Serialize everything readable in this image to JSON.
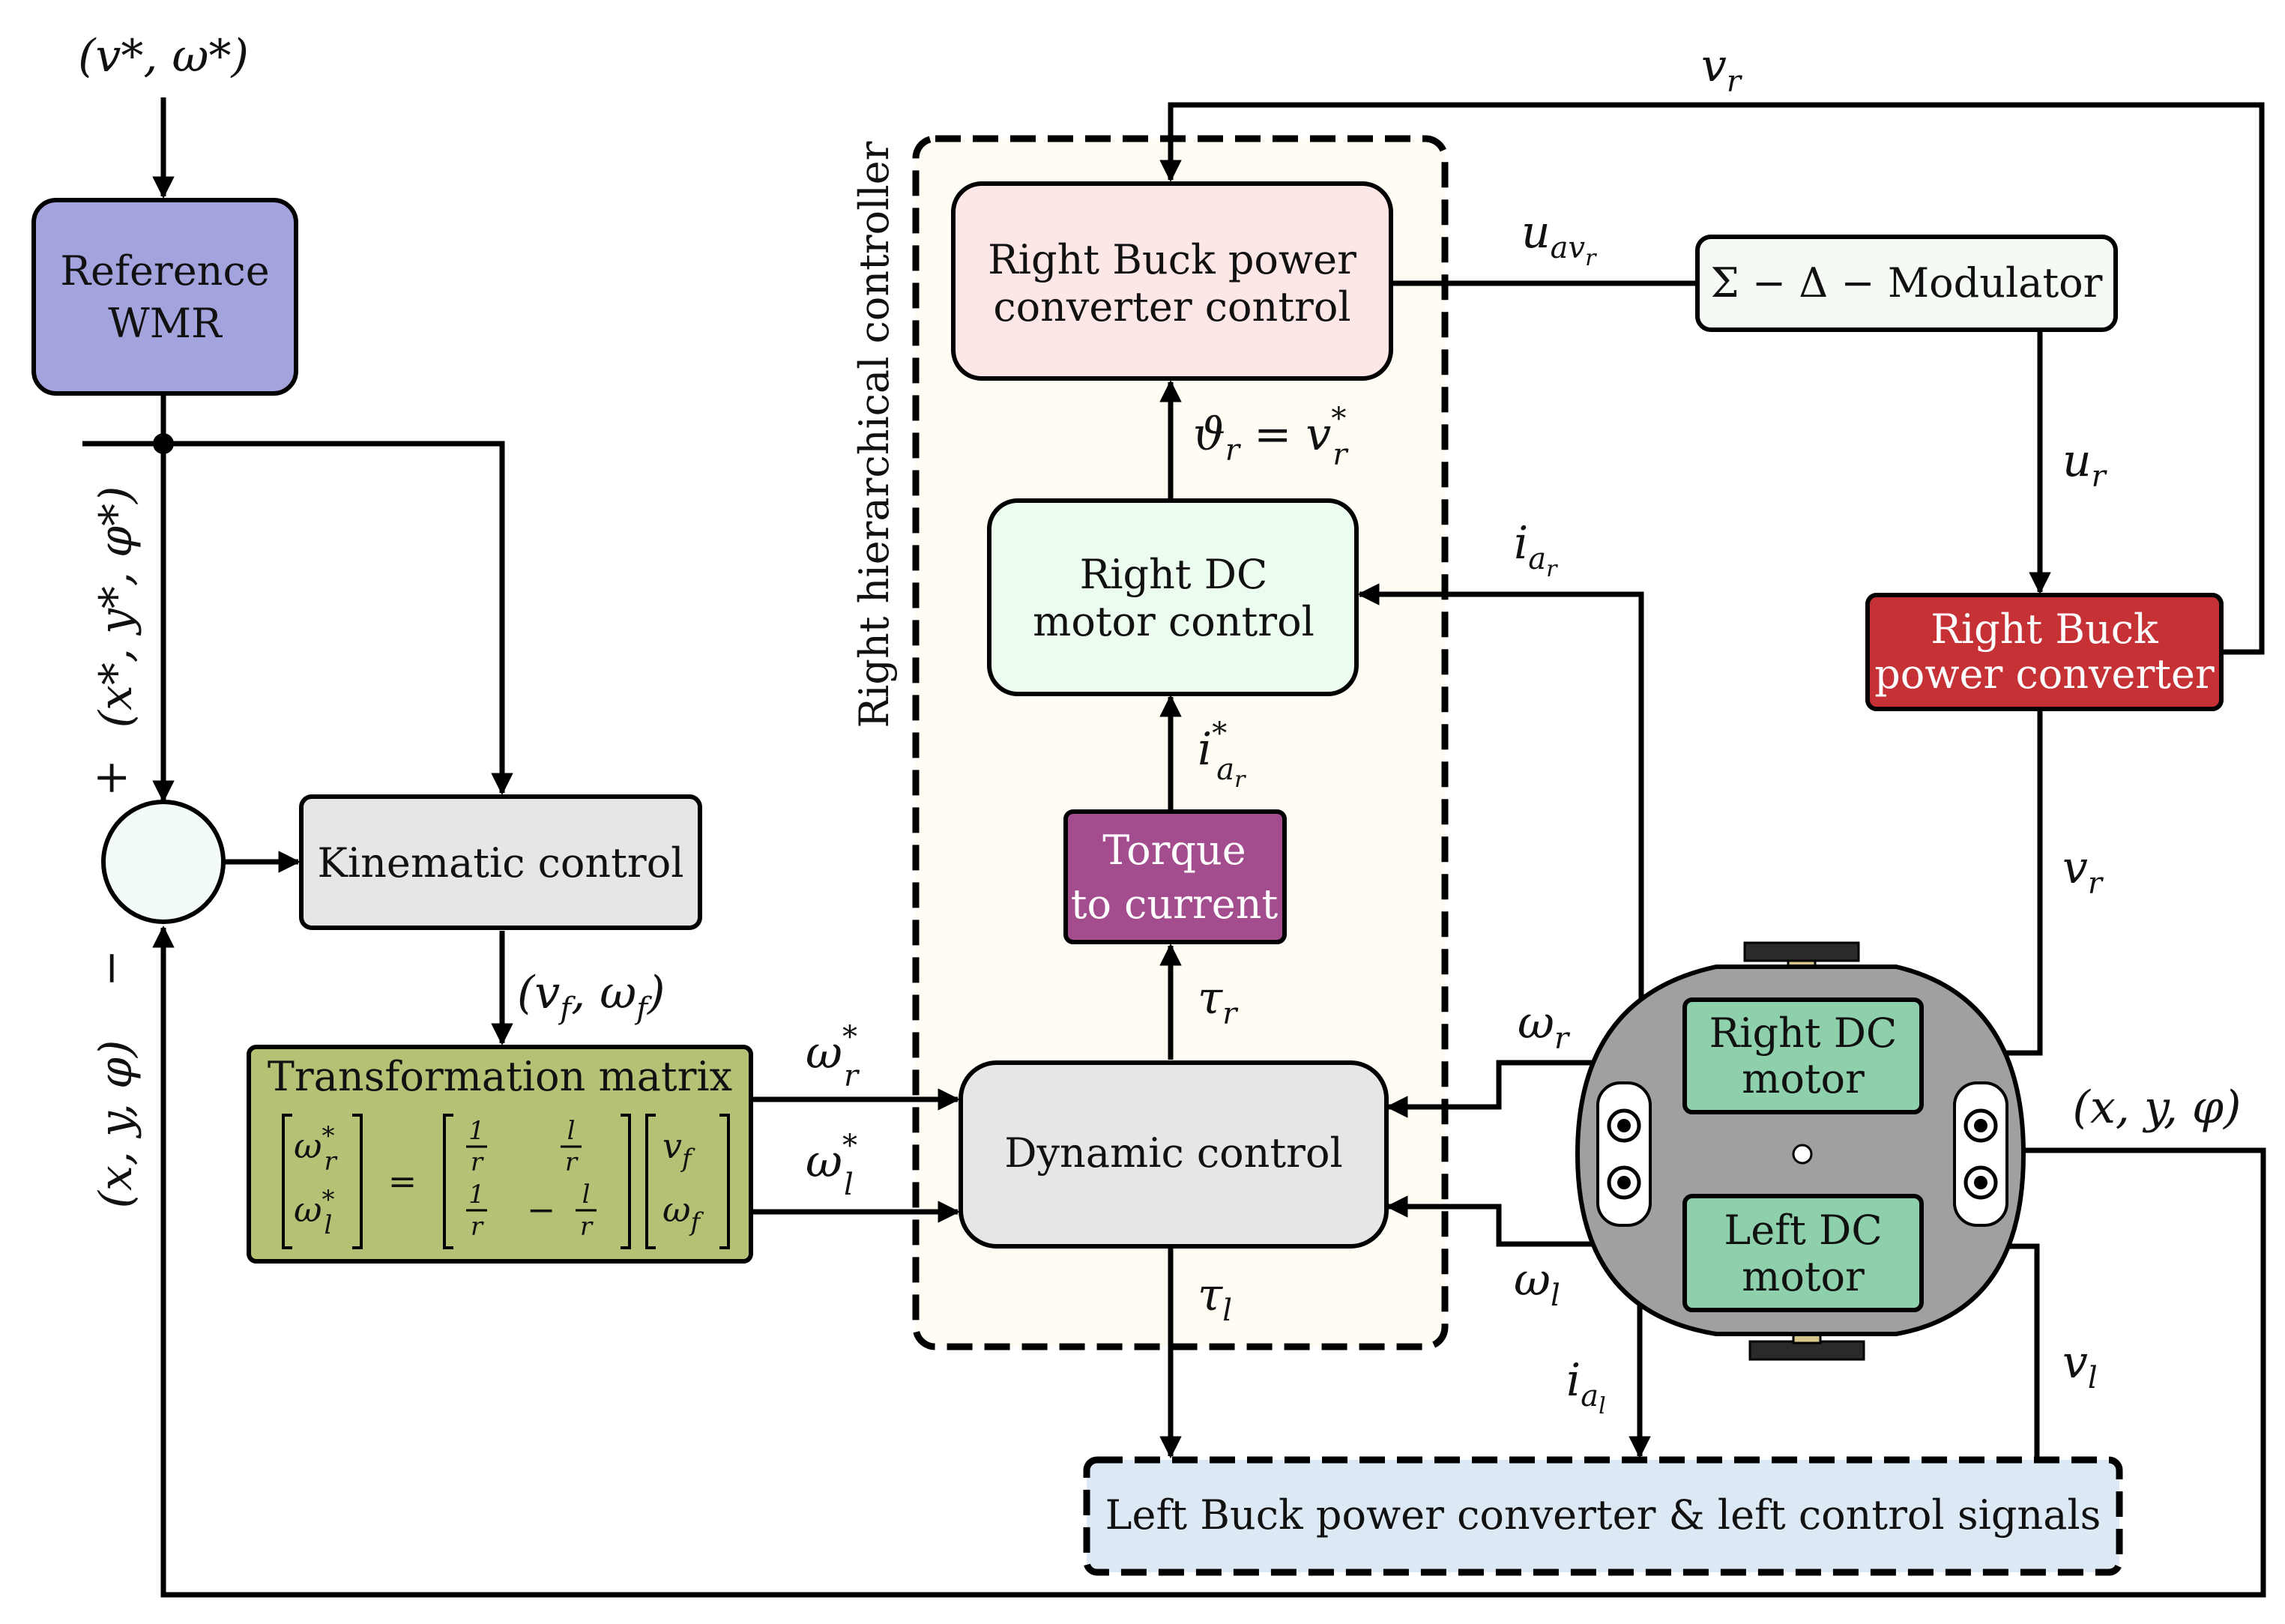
{
  "colors": {
    "reference": "#a3a4de",
    "kinematic": "#e6e6e6",
    "transformation": "#b4c275",
    "dynamic": "#e6e6e6",
    "torque": "#a34c8e",
    "motor_ctrl": "#ecfdef",
    "buck_ctrl": "#fde6e6",
    "hier_bg": "#fffdf3",
    "modulator": "#f6faf5",
    "buck": "#c53135",
    "dc_motor": "#8ed0ab",
    "left_buck": "#dde8f5",
    "robot_body": "#a0a0a0",
    "summer": "#f3fbf6"
  },
  "blocks": {
    "reference": {
      "line1": "Reference",
      "line2": "WMR"
    },
    "kinematic": {
      "label": "Kinematic control"
    },
    "transformation": {
      "title": "Transformation matrix"
    },
    "dynamic": {
      "label": "Dynamic control"
    },
    "torque": {
      "line1": "Torque",
      "line2": "to current"
    },
    "motor_ctrl": {
      "line1": "Right DC",
      "line2": "motor control"
    },
    "buck_ctrl": {
      "line1": "Right Buck power",
      "line2": "converter control"
    },
    "modulator": {
      "label": "Σ − Δ − Modulator"
    },
    "buck": {
      "line1": "Right Buck",
      "line2": "power converter"
    },
    "right_motor": {
      "line1": "Right DC",
      "line2": "motor"
    },
    "left_motor": {
      "line1": "Left DC",
      "line2": "motor"
    },
    "left_buck": {
      "label": "Left Buck power converter & left control signals"
    },
    "hier": {
      "label": "Right hierarchical controller"
    }
  },
  "matrix": {
    "lhs": [
      "ω",
      "ω"
    ],
    "lhs_sup": "*",
    "lhs_sub": [
      "r",
      "l"
    ],
    "eq": "=",
    "m11_num": "1",
    "m11_den": "r",
    "m12_num": "l",
    "m12_den": "r",
    "m21_num": "1",
    "m21_den": "r",
    "m22_sign": "−",
    "m22_num": "l",
    "m22_den": "r",
    "rhs": [
      "v",
      "ω"
    ],
    "rhs_sub": [
      "f",
      "f"
    ]
  },
  "signals": {
    "ref_input": "(v*, ω*)",
    "ref_pose": "(x*, y*, φ*)",
    "plus": "+",
    "minus": "−",
    "pose_fb": "(x, y, φ)",
    "v_f_w_f": {
      "a": "(v",
      "as": "f",
      "b": ", ω",
      "bs": "f",
      "c": ")"
    },
    "w_r_star": {
      "base": "ω",
      "sup": "*",
      "sub": "r"
    },
    "w_l_star": {
      "base": "ω",
      "sup": "*",
      "sub": "l"
    },
    "tau_r": {
      "base": "τ",
      "sub": "r"
    },
    "tau_l": {
      "base": "τ",
      "sub": "l"
    },
    "i_ar_star": {
      "base": "i",
      "sup": "*",
      "sub": "a",
      "subsub": "r"
    },
    "theta_r": {
      "base": "ϑ",
      "sub": "r",
      "eq": " = v",
      "sup2": "*",
      "sub2": "r"
    },
    "i_ar": {
      "base": "i",
      "sub": "a",
      "subsub": "r"
    },
    "u_avr": {
      "base": "u",
      "sub": "av",
      "subsub": "r"
    },
    "u_r": {
      "base": "u",
      "sub": "r"
    },
    "v_r_top": {
      "base": "v",
      "sub": "r"
    },
    "v_r_mid": {
      "base": "v",
      "sub": "r"
    },
    "w_r": {
      "base": "ω",
      "sub": "r"
    },
    "w_l": {
      "base": "ω",
      "sub": "l"
    },
    "i_al": {
      "base": "i",
      "sub": "a",
      "subsub": "l"
    },
    "v_l": {
      "base": "v",
      "sub": "l"
    },
    "pose_out": "(x, y, φ)"
  }
}
